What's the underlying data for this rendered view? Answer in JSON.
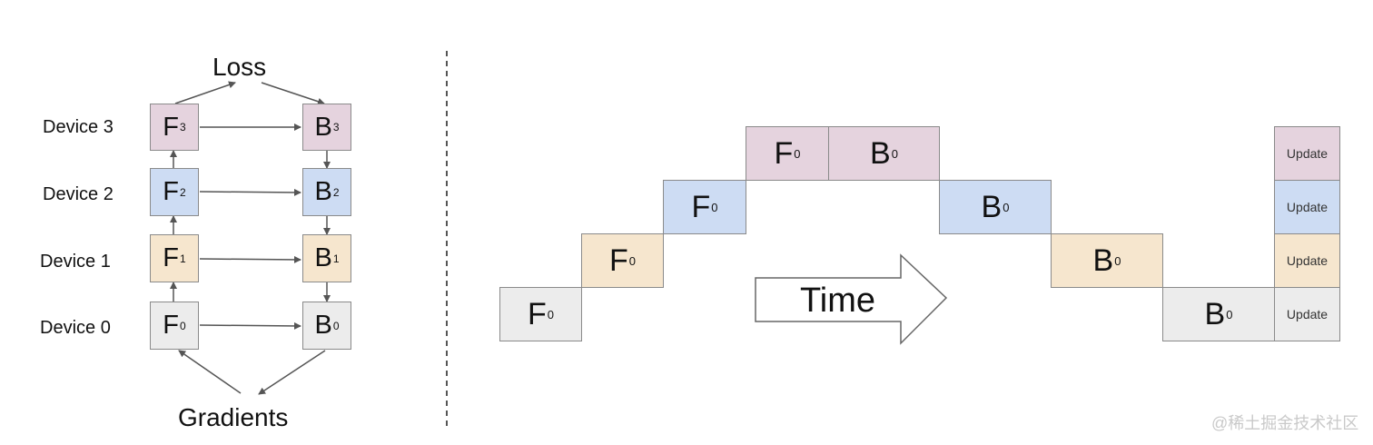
{
  "left_diagram": {
    "loss_label": "Loss",
    "gradients_label": "Gradients",
    "devices": [
      {
        "label": "Device 3",
        "f": "F",
        "b": "B",
        "sub": "3"
      },
      {
        "label": "Device 2",
        "f": "F",
        "b": "B",
        "sub": "2"
      },
      {
        "label": "Device 1",
        "f": "F",
        "b": "B",
        "sub": "1"
      },
      {
        "label": "Device 0",
        "f": "F",
        "b": "B",
        "sub": "0"
      }
    ]
  },
  "timeline": {
    "time_label": "Time",
    "forward": [
      {
        "symbol": "F",
        "sub": "0"
      },
      {
        "symbol": "F",
        "sub": "0"
      },
      {
        "symbol": "F",
        "sub": "0"
      },
      {
        "symbol": "F",
        "sub": "0"
      }
    ],
    "backward": [
      {
        "symbol": "B",
        "sub": "0"
      },
      {
        "symbol": "B",
        "sub": "0"
      },
      {
        "symbol": "B",
        "sub": "0"
      },
      {
        "symbol": "B",
        "sub": "0"
      }
    ],
    "update_labels": [
      "Update",
      "Update",
      "Update",
      "Update"
    ]
  },
  "colors": {
    "device0": "#ececec",
    "device1": "#f6e6ce",
    "device2": "#cddcf3",
    "device3": "#e5d3de"
  },
  "watermark": "@稀土掘金技术社区"
}
